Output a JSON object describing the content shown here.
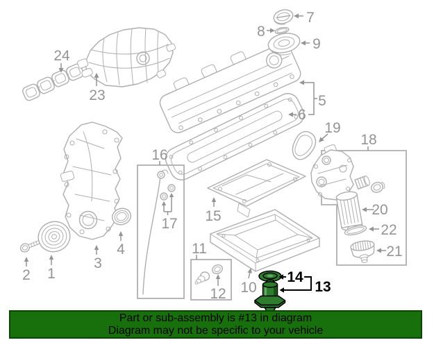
{
  "colors": {
    "line": "#aeaeae",
    "label": "#949494",
    "callout_black": "#000000",
    "highlight_fill": "#2e7d2e",
    "highlight_dark": "#175517",
    "highlight_light": "#63a863",
    "banner_bg": "#17700c",
    "banner_border": "#0c4506",
    "banner_text": "#000000"
  },
  "callouts": {
    "1": "1",
    "2": "2",
    "3": "3",
    "4": "4",
    "5": "5",
    "6": "6",
    "7": "7",
    "8": "8",
    "9": "9",
    "10": "10",
    "11": "11",
    "12": "12",
    "13": "13",
    "14": "14",
    "15": "15",
    "16": "16",
    "17": "17",
    "18": "18",
    "19": "19",
    "20": "20",
    "21": "21",
    "22": "22",
    "23": "23",
    "24": "24"
  },
  "banner": {
    "line1": "Part or sub-assembly is #13 in diagram",
    "line2": "Diagram may not be specific to your vehicle"
  }
}
